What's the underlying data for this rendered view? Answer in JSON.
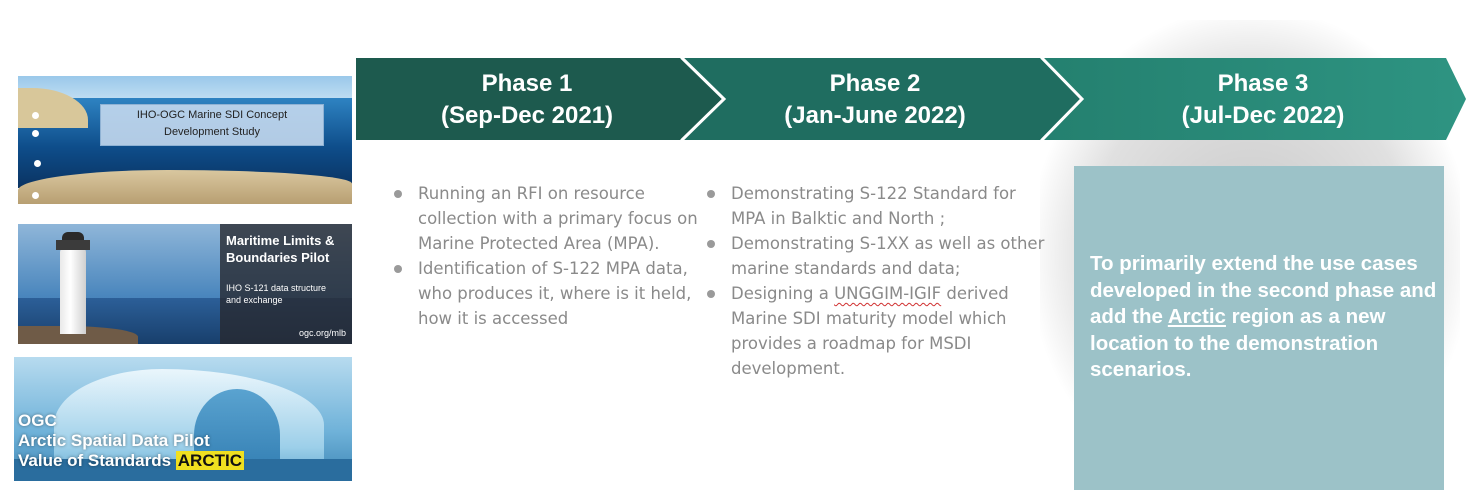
{
  "thumbnails": {
    "concept_study": {
      "label_line1": "IHO-OGC Marine SDI Concept",
      "label_line2": "Development Study"
    },
    "maritime_limits": {
      "title_line1": "Maritime Limits &",
      "title_line2": "Boundaries Pilot",
      "subtitle_line1": "IHO S-121 data structure",
      "subtitle_line2": "and exchange",
      "url": "ogc.org/mlb"
    },
    "arctic": {
      "line1": "OGC",
      "line2": "Arctic Spatial Data Pilot",
      "line3_prefix": "Value of Standards",
      "line3_highlight": "ARCTIC"
    }
  },
  "phases": [
    {
      "name": "Phase 1",
      "period": "(Sep-Dec 2021)"
    },
    {
      "name": "Phase 2",
      "period": "(Jan-June 2022)"
    },
    {
      "name": "Phase 3",
      "period": "(Jul-Dec 2022)"
    }
  ],
  "phase1_bullets": [
    "Running an RFI on resource collection with a primary focus on Marine Protected Area (MPA).",
    "Identification of S-122 MPA data, who produces it, where is it held, how it is accessed"
  ],
  "phase2_bullets": {
    "b1": "Demonstrating S-122 Standard for MPA in Balktic and North ;",
    "b2": "Demonstrating S-1XX as well as other marine standards and data;",
    "b3_before": "Designing a ",
    "b3_flagged": "UNGGIM-IGIF",
    "b3_after": " derived Marine SDI maturity model which provides a roadmap for MSDI development."
  },
  "phase3_text": {
    "before": "To primarily extend the use cases developed in the second phase and add the ",
    "link": "Arctic",
    "after": " region as a new location to the demonstration scenarios."
  },
  "colors": {
    "chevron_dark": "#1d5a4e",
    "chevron_mid": "#1f6d60",
    "chevron_light": "#2a8a7a",
    "phase3_box": "#9cc2c8",
    "bullet_text": "#8a8a8a"
  }
}
